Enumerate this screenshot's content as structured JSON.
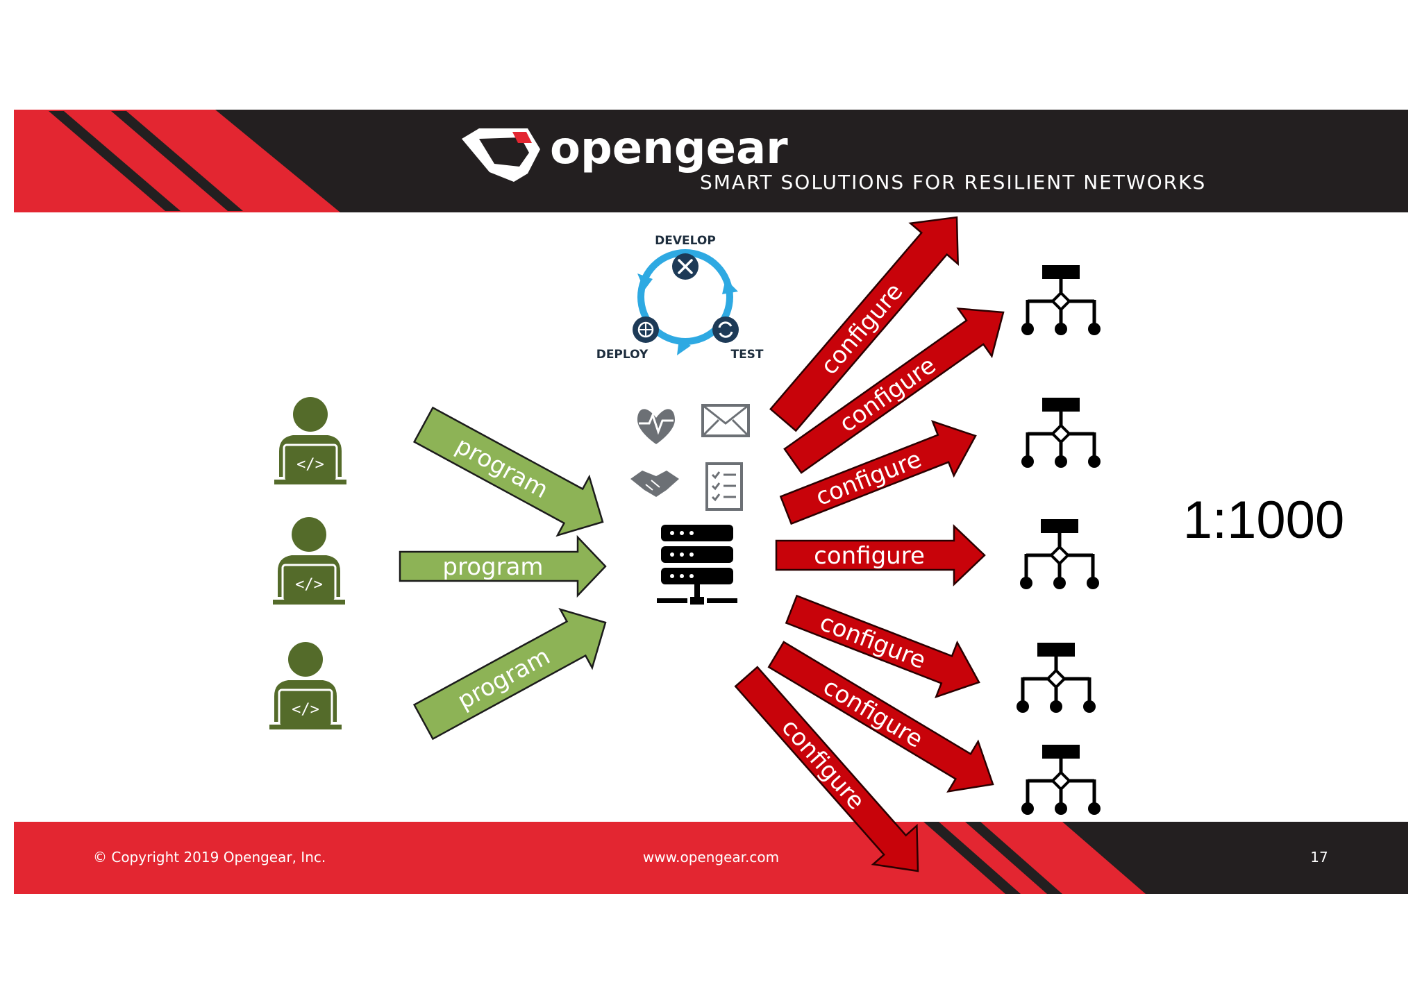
{
  "header": {
    "brand": "opengear",
    "tagline": "SMART SOLUTIONS FOR RESILIENT NETWORKS"
  },
  "cycle": {
    "labels": [
      "DEVELOP",
      "TEST",
      "DEPLOY"
    ],
    "icons": [
      "tools-icon",
      "refresh-icon",
      "deploy-globe-icon"
    ]
  },
  "users": {
    "code_glyph": "</>",
    "count": 3
  },
  "program_arrows": [
    "program",
    "program",
    "program"
  ],
  "configure_arrows": [
    "configure",
    "configure",
    "configure",
    "configure",
    "configure",
    "configure",
    "configure"
  ],
  "ratio": "1:1000",
  "footer": {
    "copyright": "© Copyright 2019 Opengear, Inc.",
    "url": "www.opengear.com",
    "page": "17"
  },
  "colors": {
    "red": "#e32631",
    "dark": "#231f20",
    "green": "#8db356",
    "user_green": "#546b2a",
    "arrow_red": "#c8030a",
    "cycle_blue": "#2ea9e2",
    "cycle_dark": "#1d3a57"
  }
}
